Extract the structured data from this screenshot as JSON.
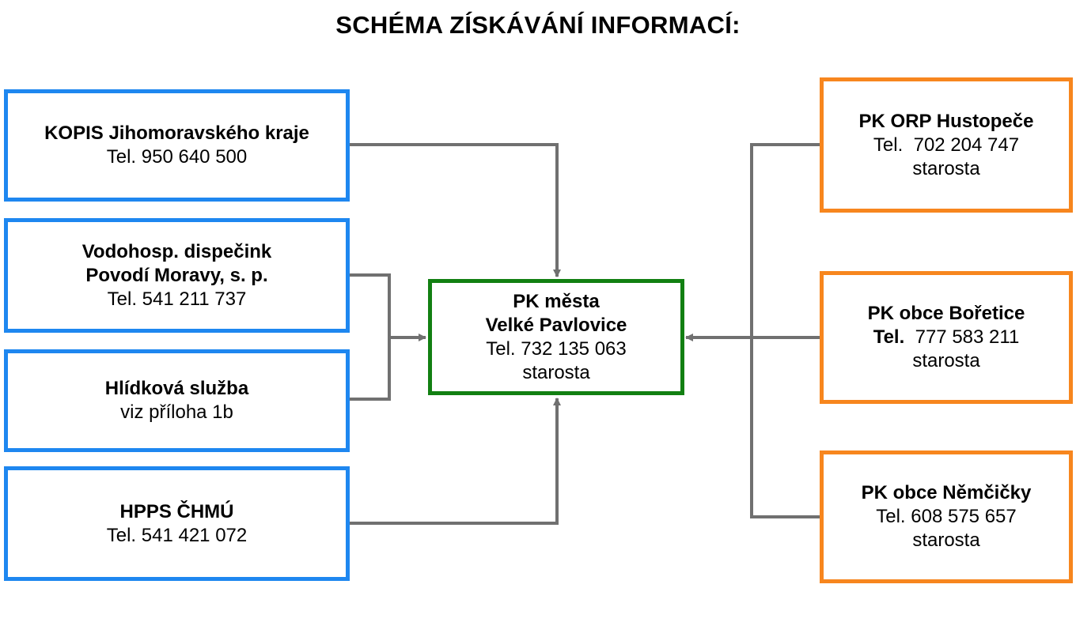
{
  "title": "SCHÉMA ZÍSKÁVÁNÍ INFORMACÍ:",
  "colors": {
    "source_border": "#1e87f0",
    "center_border": "#128012",
    "municipal_border": "#f7861e",
    "connector": "#707070"
  },
  "sources": [
    {
      "name": "KOPIS Jihomoravského kraje",
      "phone": "Tel. 950 640 500"
    },
    {
      "name_line1": "Vodohosp. dispečink",
      "name_line2": "Povodí Moravy, s. p.",
      "phone": "Tel. 541 211 737"
    },
    {
      "name": "Hlídková služba",
      "note": "viz příloha 1b"
    },
    {
      "name": "HPPS ČHMÚ",
      "phone": "Tel. 541 421 072"
    }
  ],
  "center": {
    "name_line1": "PK města",
    "name_line2": "Velké Pavlovice",
    "phone": "Tel. 732 135 063",
    "role": "starosta"
  },
  "municipalities": [
    {
      "name": "PK ORP Hustopeče",
      "phone": "Tel.  702 204 747",
      "role": "starosta"
    },
    {
      "name": "PK obce Bořetice",
      "phone_label": "Tel.",
      "phone_number": "777 583 211",
      "role": "starosta"
    },
    {
      "name": "PK obce Němčičky",
      "phone": "Tel. 608 575 657",
      "role": "starosta"
    }
  ]
}
